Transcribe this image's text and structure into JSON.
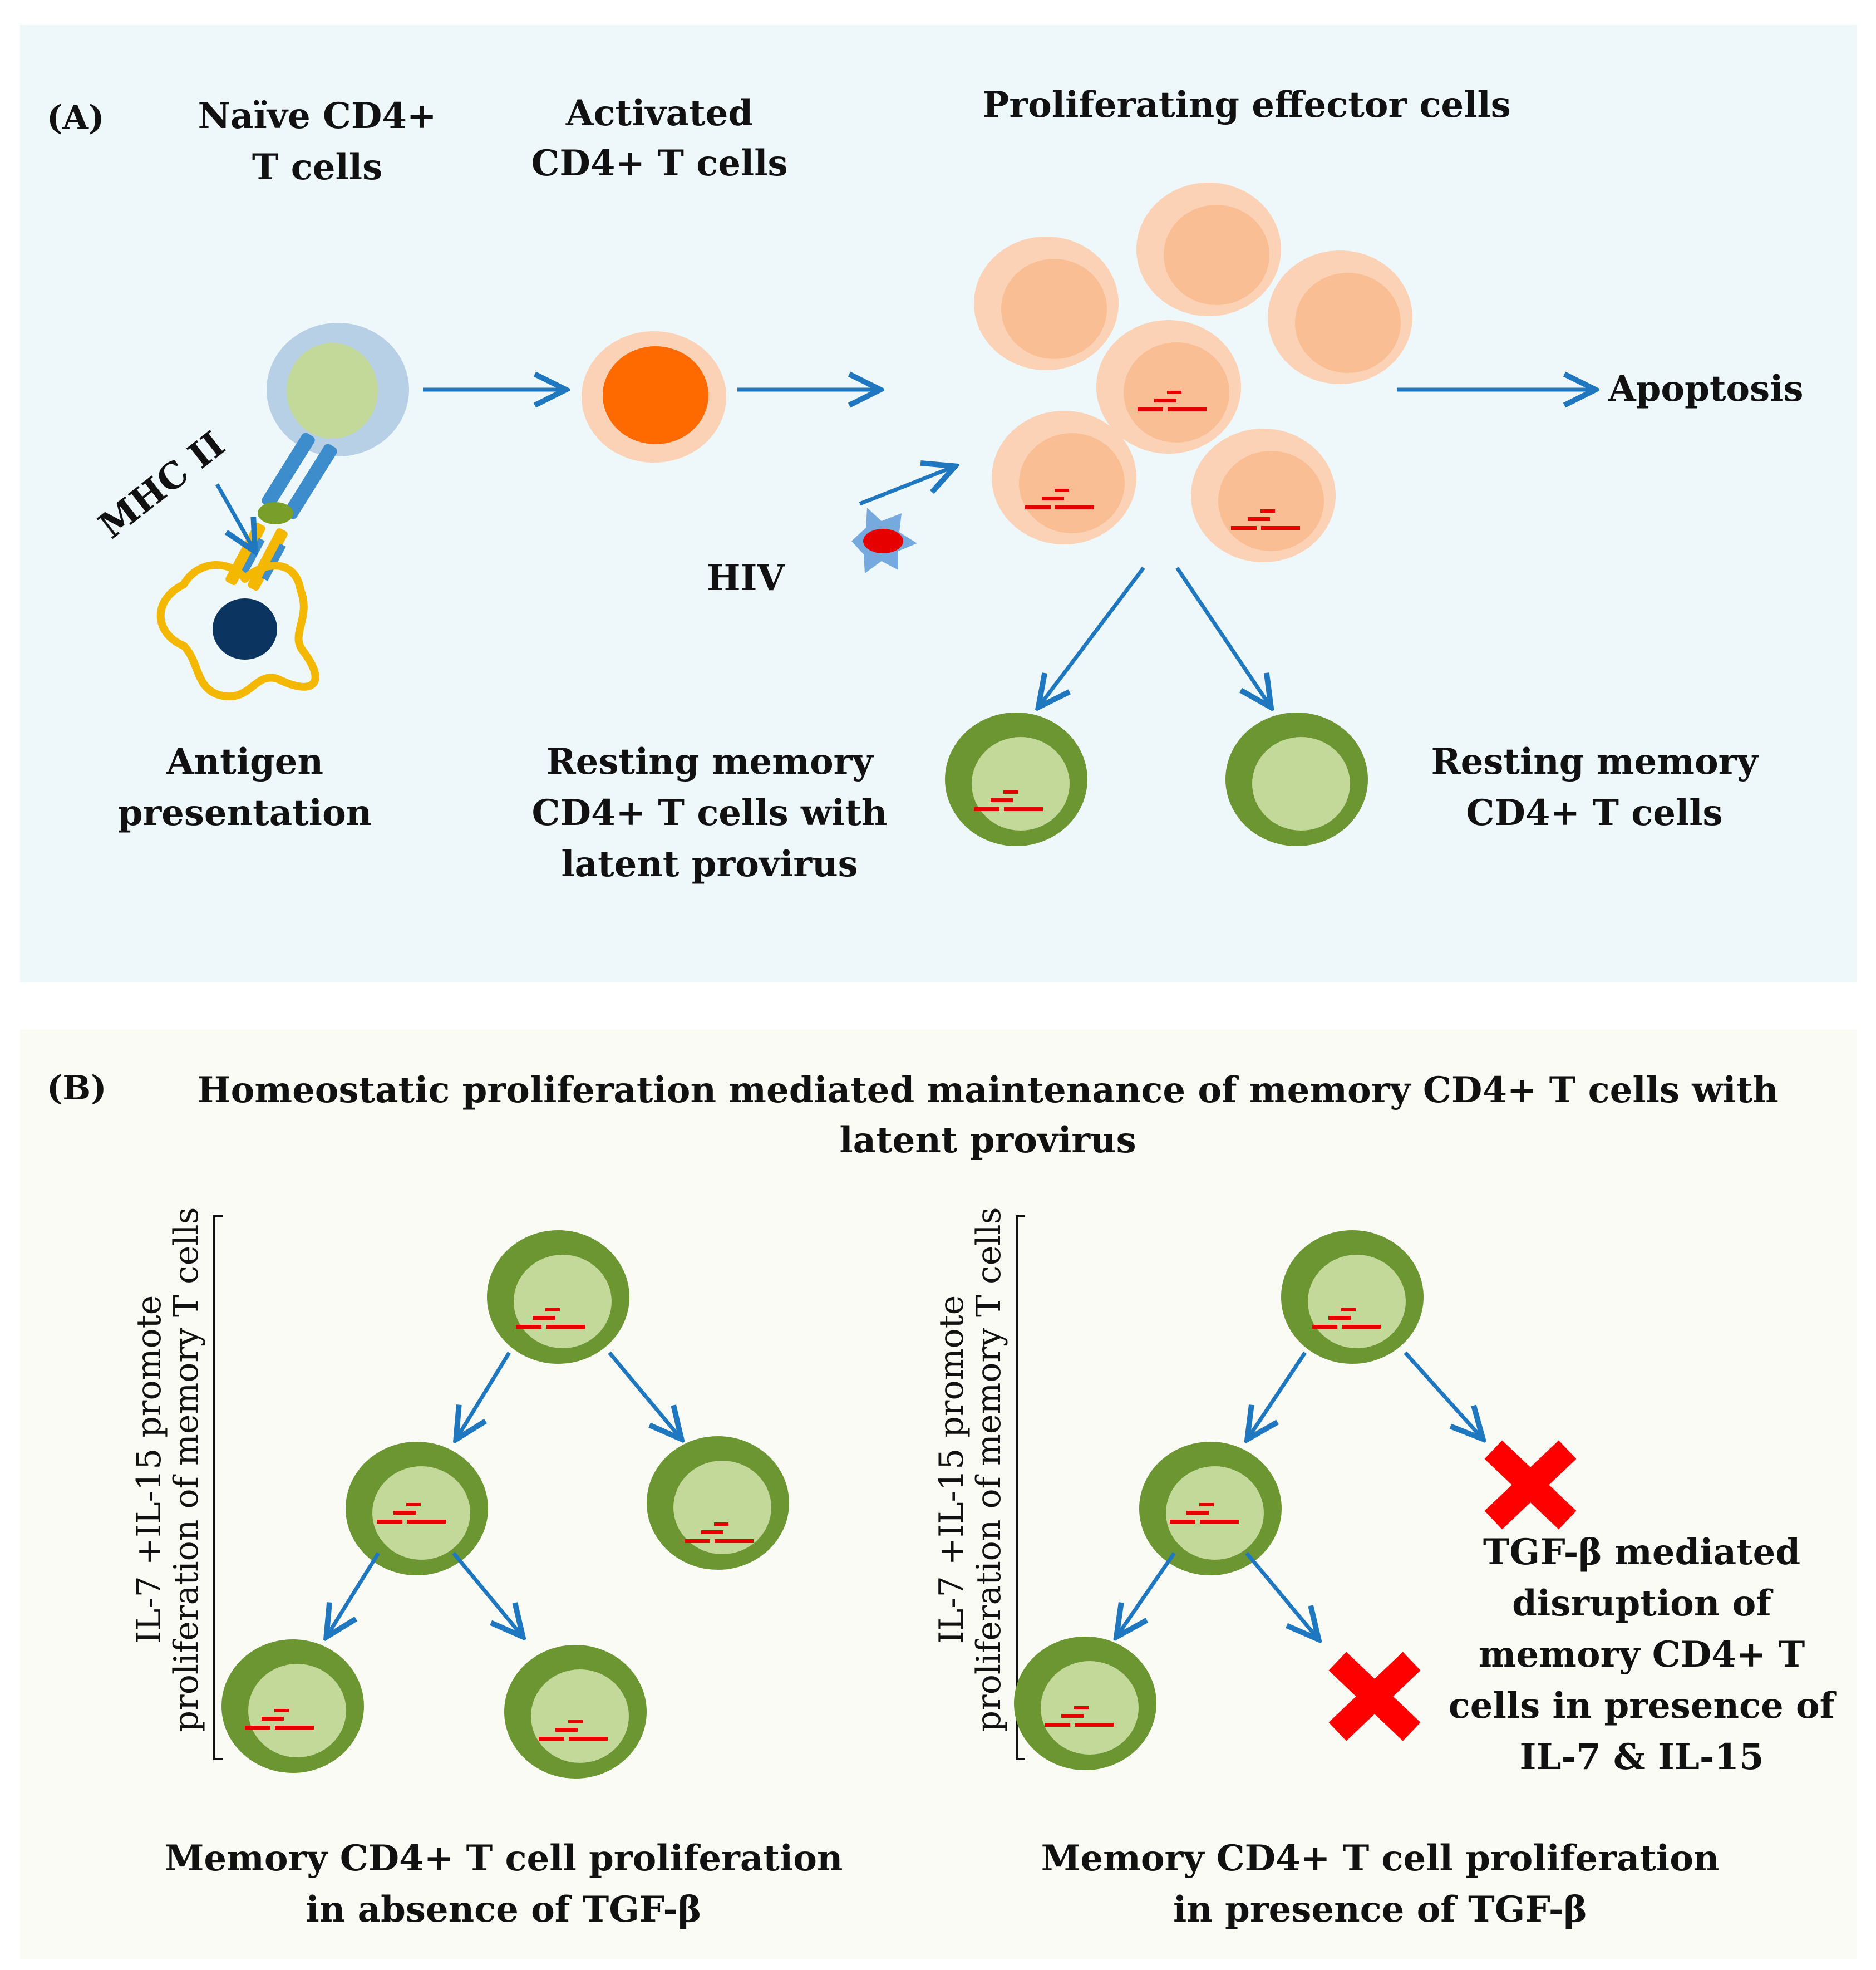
{
  "colors": {
    "panel_a_bg": "#eef7fa",
    "panel_b_bg": "#fafbf5",
    "arrow": "#1f78bf",
    "memory_outer": "#6b9632",
    "memory_inner": "#c3d99a",
    "provirus": "#e60000",
    "effector_outer": "#fbd2b5",
    "effector_inner": "#f9be93",
    "activated_core": "#ff6a00",
    "naive_outer": "#b8d0e6",
    "naive_inner": "#c3d99a",
    "apc_outline": "#f5b800",
    "apc_nucleus": "#0b3460",
    "mhc_tcr": "#3d8ccc",
    "hiv_body": "#76aadf",
    "hiv_core": "#e60000",
    "cross": "#ff0000"
  },
  "panel_a": {
    "label": "(A)",
    "naive_title": [
      "Naïve CD4+",
      "T cells"
    ],
    "activated_title": [
      "Activated",
      "CD4+ T cells"
    ],
    "proliferating_title": "Proliferating effector cells",
    "apoptosis": "Apoptosis",
    "mhc": "MHC II",
    "hiv": "HIV",
    "antigen_caption": [
      "Antigen",
      "presentation"
    ],
    "latent_caption": [
      "Resting memory",
      "CD4+ T cells  with",
      "latent provirus"
    ],
    "resting_caption": [
      "Resting memory",
      "CD4+ T cells"
    ]
  },
  "panel_b": {
    "label": "(B)",
    "title": [
      "Homeostatic proliferation mediated maintenance of memory CD4+ T cells with",
      "latent provirus"
    ],
    "side_label": [
      "IL-7 +IL-15 promote",
      "proliferation  of memory  T cells"
    ],
    "left_caption": [
      "Memory CD4+ T cell proliferation",
      "in absence of TGF-β"
    ],
    "right_caption": [
      "Memory CD4+ T cell proliferation",
      "in presence of TGF-β"
    ],
    "tgf_note": [
      "TGF-β mediated",
      "disruption of",
      "memory CD4+ T",
      "cells in presence of",
      "IL-7 & IL-15"
    ]
  }
}
